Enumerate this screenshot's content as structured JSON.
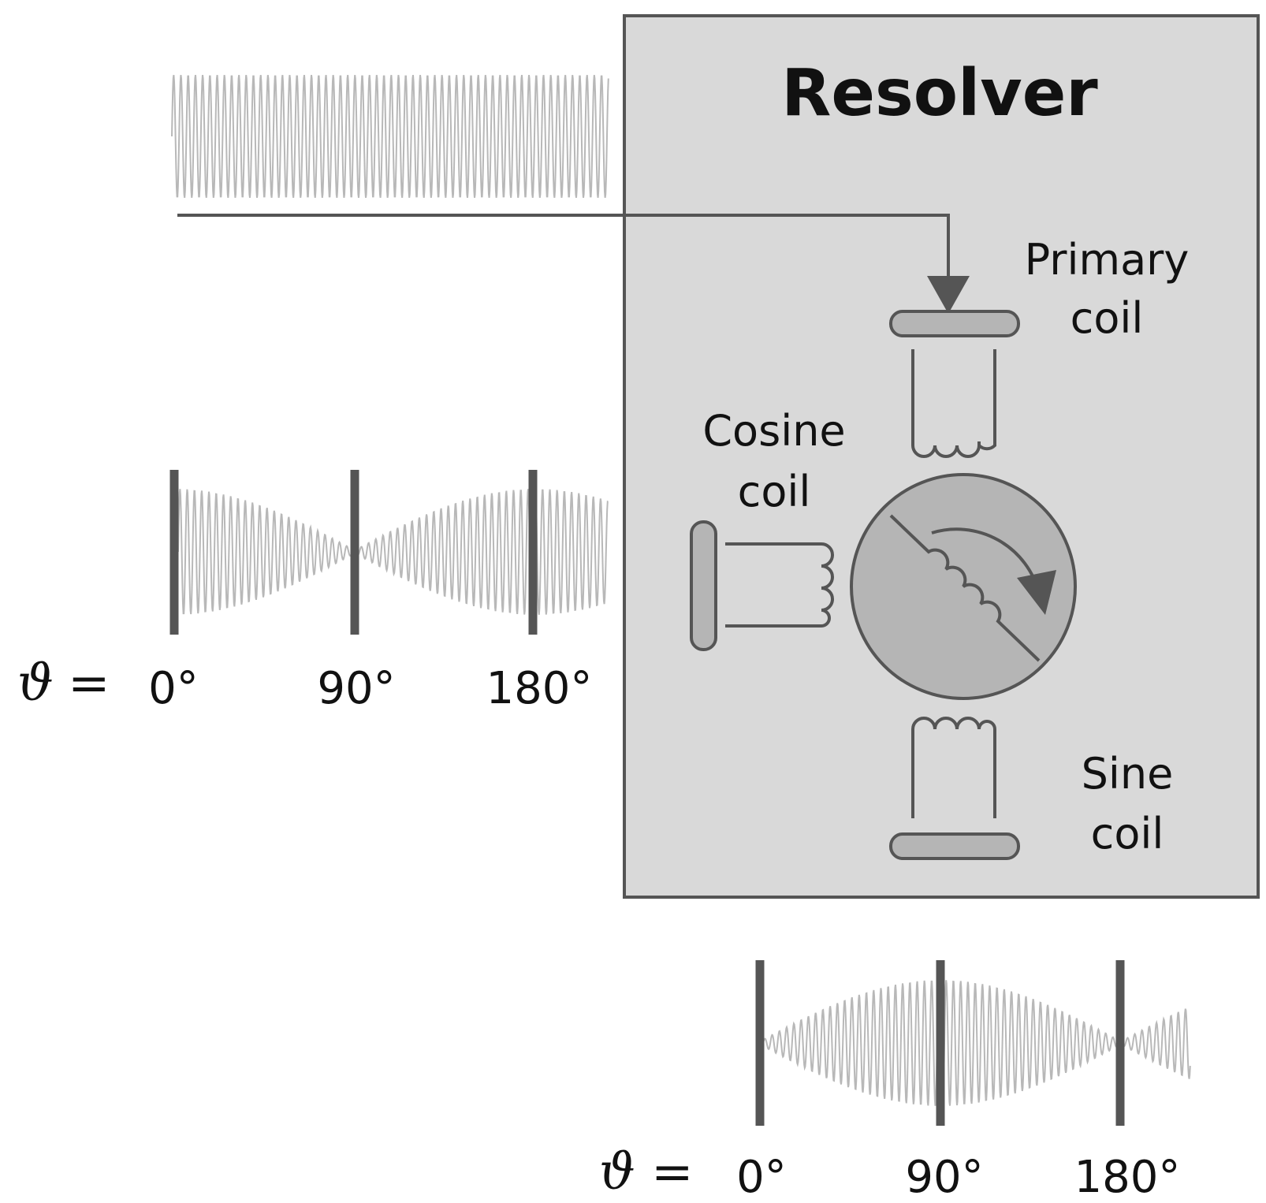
{
  "title": "Resolver",
  "labels": {
    "primary": [
      "Primary",
      "coil"
    ],
    "cosine": [
      "Cosine",
      "coil"
    ],
    "sine": [
      "Sine",
      "coil"
    ]
  },
  "axes": {
    "theta_symbol": "ϑ",
    "equals": "=",
    "ticks": [
      "0°",
      "90°",
      "180°"
    ]
  },
  "colors": {
    "housing_fill": "#d9d9d9",
    "housing_stroke": "#555555",
    "coil_fill": "#b5b5b5",
    "wire": "#555555",
    "signal": "#b8b8b8",
    "marker": "#555555"
  }
}
